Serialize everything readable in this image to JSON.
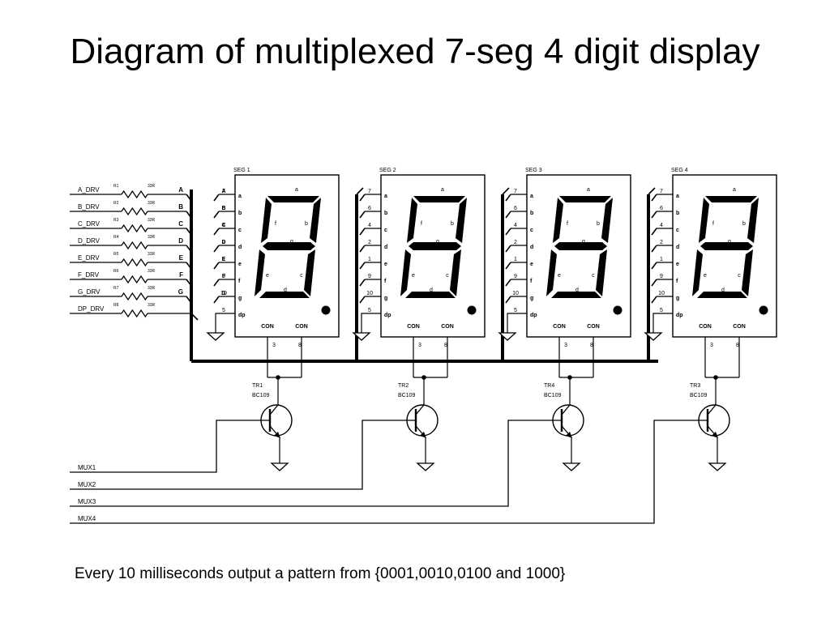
{
  "slide": {
    "title": "Diagram of multiplexed 7-seg 4 digit display",
    "caption": "Every 10 milliseconds output a pattern from {0001,0010,0100 and 1000}"
  },
  "diagram": {
    "drivers": [
      {
        "label": "A_DRV",
        "rlabel": "R1",
        "val": "33R"
      },
      {
        "label": "B_DRV",
        "rlabel": "R2",
        "val": "33R"
      },
      {
        "label": "C_DRV",
        "rlabel": "R3",
        "val": "33R"
      },
      {
        "label": "D_DRV",
        "rlabel": "R4",
        "val": "33R"
      },
      {
        "label": "E_DRV",
        "rlabel": "R5",
        "val": "33R"
      },
      {
        "label": "F_DRV",
        "rlabel": "R6",
        "val": "33R"
      },
      {
        "label": "G_DRV",
        "rlabel": "R7",
        "val": "33R"
      },
      {
        "label": "DP_DRV",
        "rlabel": "R8",
        "val": "33R"
      }
    ],
    "bus_letters": [
      "A",
      "B",
      "C",
      "D",
      "E",
      "F",
      "G"
    ],
    "displays": [
      {
        "name": "SEG 1",
        "transistor": "TR1",
        "part": "BC109"
      },
      {
        "name": "SEG 2",
        "transistor": "TR2",
        "part": "BC109"
      },
      {
        "name": "SEG 3",
        "transistor": "TR4",
        "part": "BC109"
      },
      {
        "name": "SEG 4",
        "transistor": "TR3",
        "part": "BC109"
      }
    ],
    "pin_letters": [
      "a",
      "b",
      "c",
      "d",
      "e",
      "f",
      "g",
      "dp"
    ],
    "pin_numbers": [
      "7",
      "6",
      "4",
      "2",
      "1",
      "9",
      "10",
      "5"
    ],
    "segment_letters": [
      "a",
      "b",
      "c",
      "d",
      "e",
      "f",
      "g"
    ],
    "com_label": "CON",
    "com_pins": [
      "3",
      "8"
    ],
    "mux_lines": [
      "MUX1",
      "MUX2",
      "MUX3",
      "MUX4"
    ]
  }
}
